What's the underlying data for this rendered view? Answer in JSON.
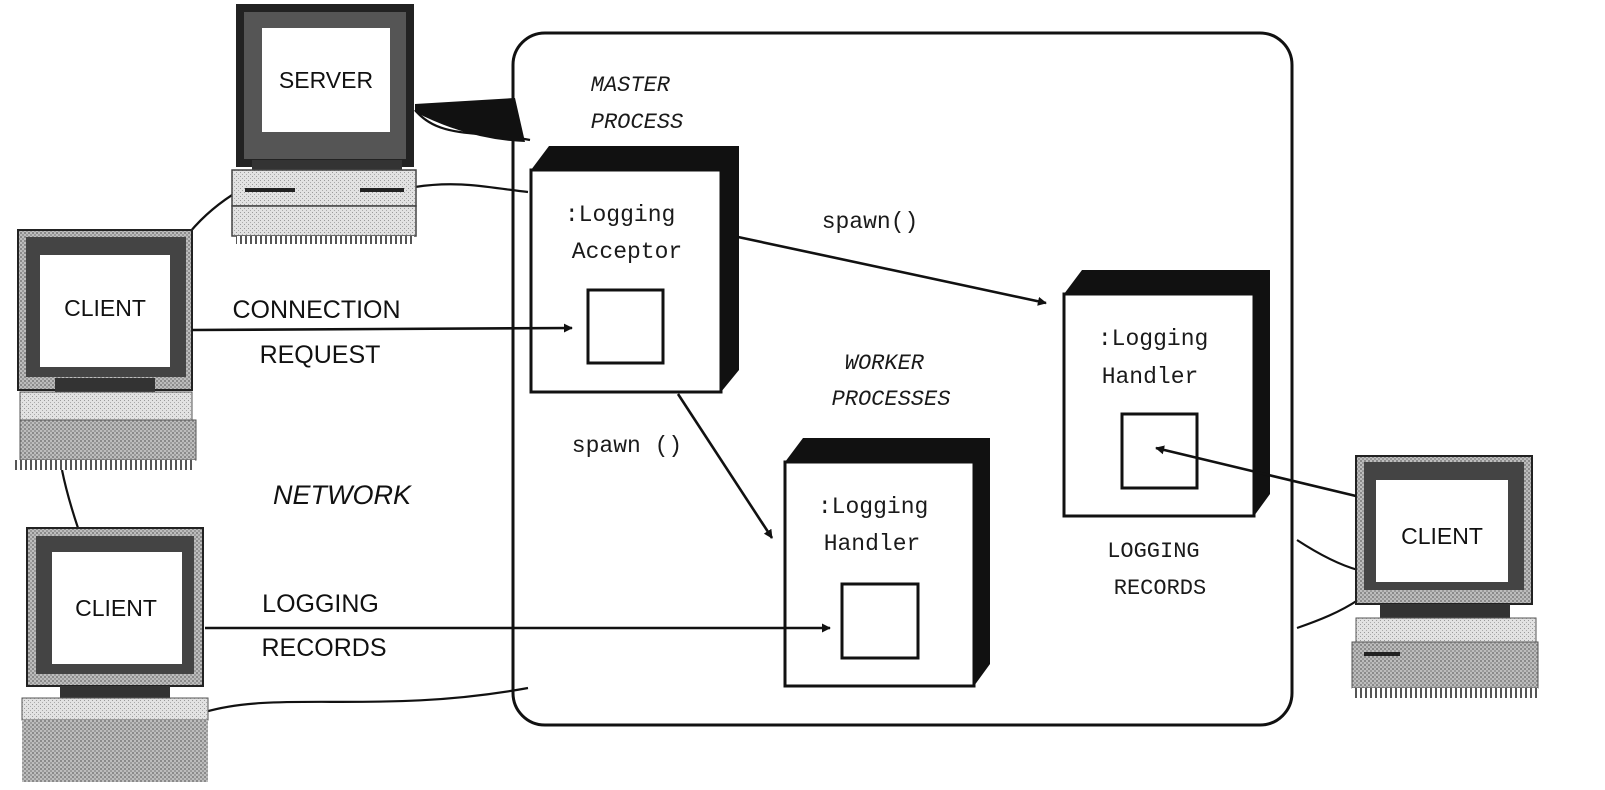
{
  "computers": {
    "server": {
      "label": "SERVER",
      "icon": "server-computer-icon"
    },
    "client_top_left": {
      "label": "CLIENT",
      "icon": "client-computer-icon"
    },
    "client_bottom_left": {
      "label": "CLIENT",
      "icon": "client-computer-icon"
    },
    "client_right": {
      "label": "CLIENT",
      "icon": "client-computer-icon"
    }
  },
  "labels": {
    "master_process": [
      "MASTER",
      "PROCESS"
    ],
    "worker_processes": [
      "WORKER",
      "PROCESSES"
    ],
    "network": "NETWORK",
    "connection_request": [
      "CONNECTION",
      "REQUEST"
    ],
    "logging_records_left": [
      "LOGGING",
      "RECORDS"
    ],
    "logging_records_right": [
      "LOGGING",
      "RECORDS"
    ],
    "spawn_top": "spawn()",
    "spawn_left": "spawn ()"
  },
  "components": {
    "acceptor": [
      ":Logging",
      "Acceptor"
    ],
    "handler_worker": [
      ":Logging",
      "Handler"
    ],
    "handler_right": [
      ":Logging",
      "Handler"
    ]
  }
}
